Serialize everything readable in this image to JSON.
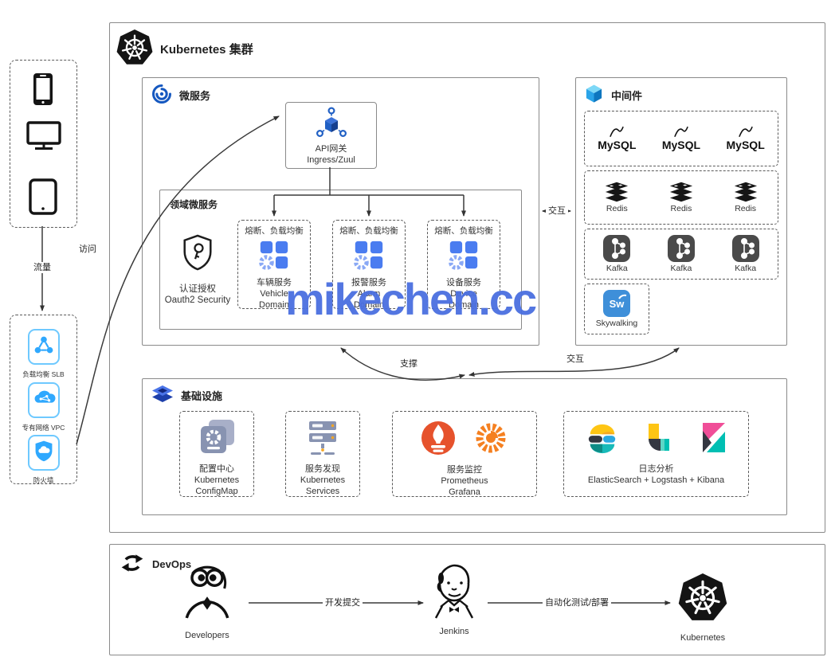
{
  "watermark": {
    "text": "mikechen.cc",
    "color": "#4a6fe0"
  },
  "cluster": {
    "title": "Kubernetes 集群"
  },
  "flow_labels": {
    "traffic": "流量",
    "access": "访问",
    "interact_mid": "交互",
    "support": "支撑",
    "interact_bottom": "交互"
  },
  "edge": {
    "items": [
      {
        "label": "负载均衡 SLB",
        "icon": "load-balancer-icon"
      },
      {
        "label": "专有网络 VPC",
        "icon": "vpc-icon"
      },
      {
        "label": "防火墙",
        "icon": "firewall-icon"
      }
    ]
  },
  "clients": {
    "icons": [
      "smartphone-icon",
      "monitor-icon",
      "tablet-icon"
    ]
  },
  "microservices": {
    "title": "微服务",
    "gateway": {
      "line1": "API网关",
      "line2": "Ingress/Zuul"
    },
    "domain": {
      "title": "领域微服务",
      "auth": {
        "line1": "认证授权",
        "line2": "Oauth2 Security"
      },
      "services": [
        {
          "badge": "熔断、负载均衡",
          "cn": "车辆服务",
          "en1": "Vehicle",
          "en2": "Domain"
        },
        {
          "badge": "熔断、负载均衡",
          "cn": "报警服务",
          "en1": "Alarm",
          "en2": "Domain"
        },
        {
          "badge": "熔断、负载均衡",
          "cn": "设备服务",
          "en1": "Device",
          "en2": "Domain"
        }
      ]
    }
  },
  "middleware": {
    "title": "中间件",
    "mysql": [
      "MySQL",
      "MySQL",
      "MySQL"
    ],
    "redis": [
      "Redis",
      "Redis",
      "Redis"
    ],
    "kafka": [
      "Kafka",
      "Kafka",
      "Kafka"
    ],
    "skywalking": "Skywalking"
  },
  "infrastructure": {
    "title": "基础设施",
    "items": [
      {
        "line1": "配置中心",
        "line2": "Kubernetes",
        "line3": "ConfigMap"
      },
      {
        "line1": "服务发现",
        "line2": "Kubernetes",
        "line3": "Services"
      },
      {
        "line1": "服务监控",
        "line2": "Prometheus",
        "line3": "Grafana"
      },
      {
        "line1": "日志分析",
        "line2": "ElasticSearch + Logstash + Kibana"
      }
    ]
  },
  "devops": {
    "title": "DevOps",
    "developers": "Developers",
    "jenkins": "Jenkins",
    "kubernetes": "Kubernetes",
    "commit_label": "开发提交",
    "deploy_label": "自动化测试/部署"
  },
  "colors": {
    "accent_blue": "#4a7cf0",
    "edge_blue": "#2fa8fe",
    "prometheus_red": "#e6522c",
    "grafana_orange": "#f58020",
    "kafka_gray": "#4a4a4a",
    "skywalking_blue": "#3e8fd9",
    "elastic_yellow": "#fec514",
    "elastic_teal": "#00bfb3",
    "kibana_pink": "#f04e98",
    "dark_slate": "#343741",
    "watermark_blue": "#4a6fe0"
  }
}
